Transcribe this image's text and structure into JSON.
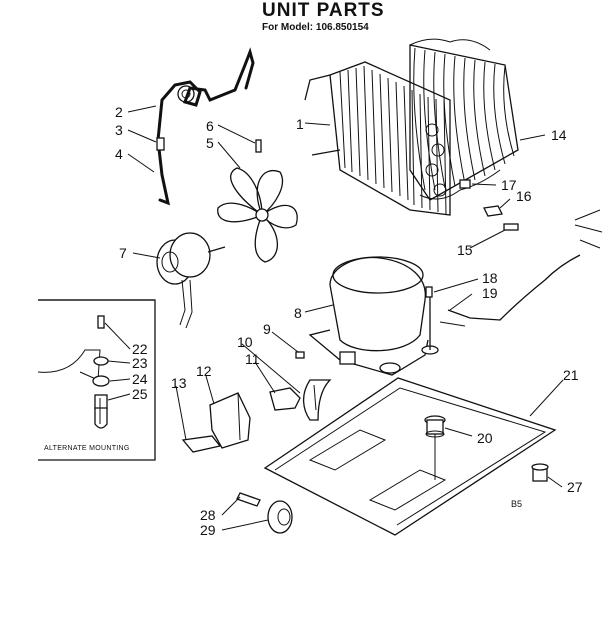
{
  "header": {
    "title": "UNIT PARTS",
    "subtitle": "For Model: 106.850154"
  },
  "inset": {
    "caption": "ALTERNATE MOUNTING"
  },
  "diagram_code": "B5",
  "callouts": [
    "1",
    "2",
    "3",
    "4",
    "5",
    "6",
    "7",
    "8",
    "9",
    "10",
    "11",
    "12",
    "13",
    "14",
    "15",
    "16",
    "17",
    "18",
    "19",
    "20",
    "21",
    "22",
    "23",
    "24",
    "25",
    "27",
    "28",
    "29"
  ]
}
